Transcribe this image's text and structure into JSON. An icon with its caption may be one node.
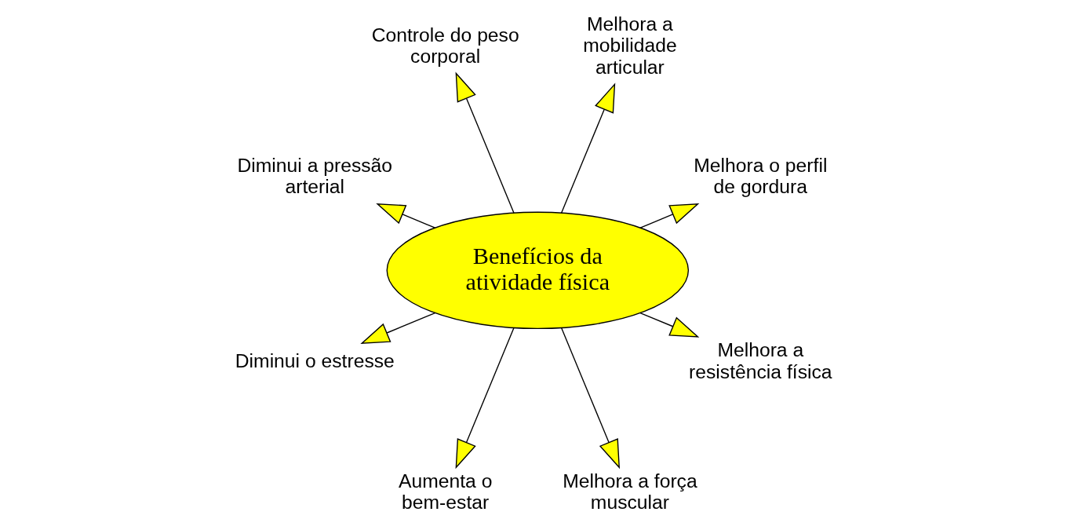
{
  "diagram": {
    "nodes": [
      {
        "text": [
          "Benefícios da atividade física"
        ]
      },
      {
        "text": [
          "Controle do peso corporal"
        ]
      },
      {
        "text": [
          "Diminui a pressão arterial"
        ]
      },
      {
        "text": [
          "Melhora a mobilidade articular"
        ]
      },
      {
        "text": [
          "Diminui o estresse"
        ]
      },
      {
        "text": [
          "Melhora o perfil de gordura"
        ]
      },
      {
        "text": [
          "Aumenta o bem-estar"
        ]
      },
      {
        "text": [
          "Melhora a resistência física"
        ]
      },
      {
        "text": [
          "Melhora a força muscular"
        ]
      }
    ],
    "edges": [
      {
        "from": 0,
        "to": 1,
        "arrow": "to"
      },
      {
        "from": 0,
        "to": 3,
        "arrow": "to"
      },
      {
        "from": 0,
        "to": 5,
        "arrow": "to"
      },
      {
        "from": 0,
        "to": 7,
        "arrow": "to"
      },
      {
        "from": 0,
        "to": 8,
        "arrow": "to"
      },
      {
        "from": 0,
        "to": 6,
        "arrow": "to"
      },
      {
        "from": 0,
        "to": 4,
        "arrow": "to"
      },
      {
        "from": 0,
        "to": 2,
        "arrow": "to"
      }
    ]
  }
}
